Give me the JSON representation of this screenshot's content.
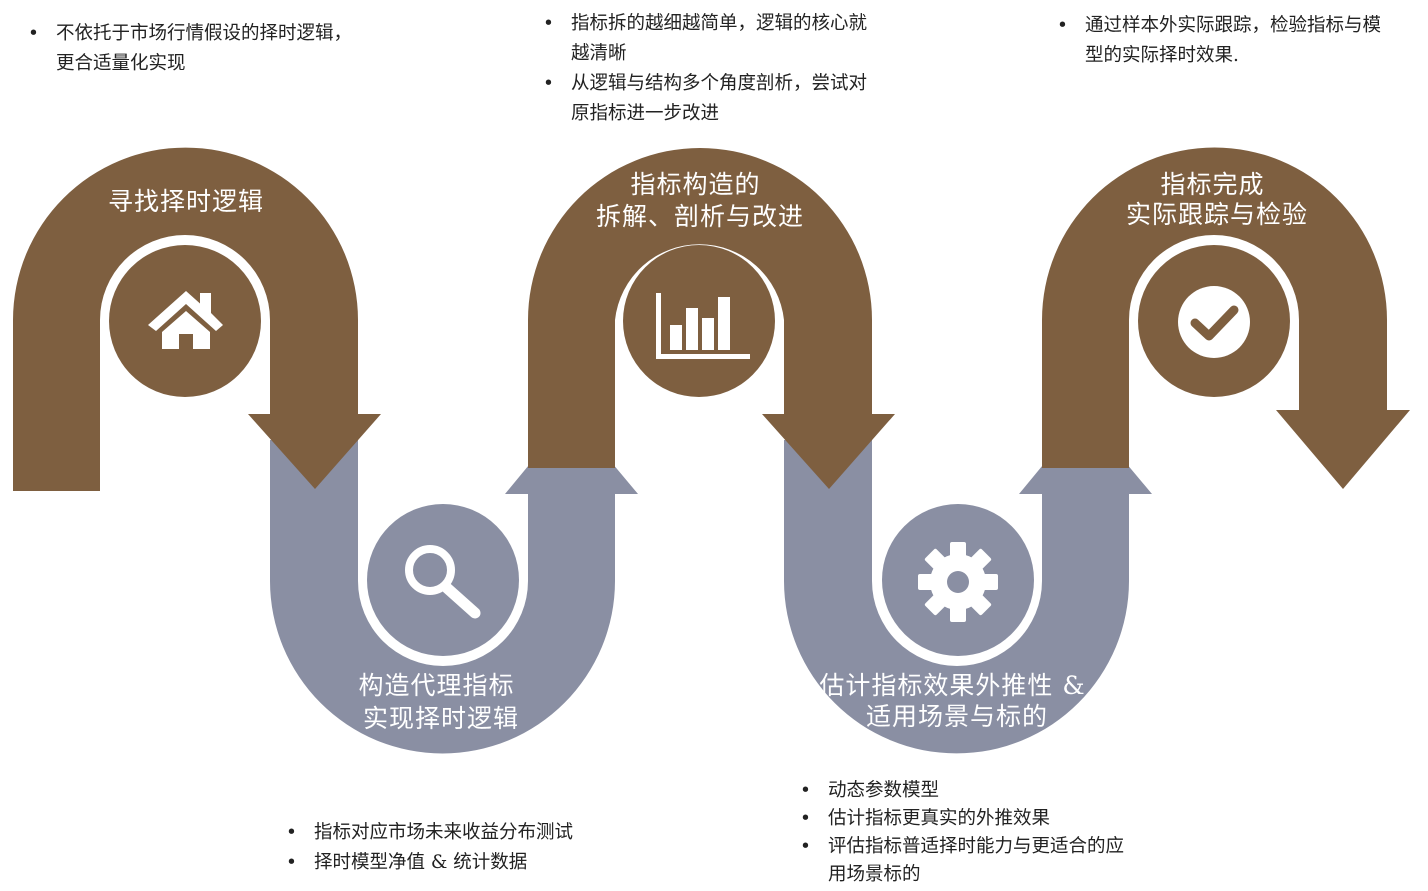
{
  "colors": {
    "top_band": "#7E5F40",
    "bottom_band": "#8A8FA3",
    "icon_fg": "#ffffff",
    "text": "#222222"
  },
  "stages": [
    {
      "title_lines": [
        "寻找择时逻辑"
      ],
      "icon": "home-icon",
      "bullets": [
        "不依托于市场行情假设的择时逻辑，更合适量化实现"
      ]
    },
    {
      "title_lines": [
        "构造代理指标",
        "实现择时逻辑"
      ],
      "icon": "search-icon",
      "bullets": [
        "指标对应市场未来收益分布测试",
        "择时模型净值 & 统计数据"
      ]
    },
    {
      "title_lines": [
        "指标构造的",
        "拆解、剖析与改进"
      ],
      "icon": "bar-chart-icon",
      "bullets": [
        "指标拆的越细越简单，逻辑的核心就越清晰",
        "从逻辑与结构多个角度剖析，尝试对原指标进一步改进"
      ]
    },
    {
      "title_lines": [
        "估计指标效果外推性 &",
        "适用场景与标的"
      ],
      "icon": "gear-icon",
      "bullets": [
        "动态参数模型",
        "估计指标更真实的外推效果",
        "评估指标普适择时能力与更适合的应用场景标的"
      ]
    },
    {
      "title_lines": [
        "指标完成",
        "实际跟踪与检验"
      ],
      "icon": "check-circle-icon",
      "bullets": [
        "通过样本外实际跟踪，检验指标与模型的实际择时效果."
      ]
    }
  ]
}
